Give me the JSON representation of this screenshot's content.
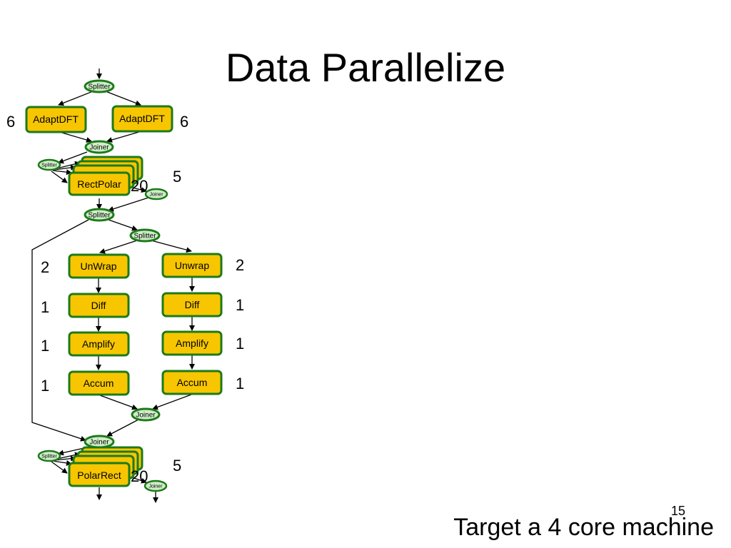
{
  "slide": {
    "title": "Data Parallelize",
    "subtitle": "Target a 4 core machine",
    "page_number": "15"
  },
  "colors": {
    "filter_fill": "#f7c600",
    "filter_stroke": "#1d7a1a",
    "node_fill": "#cfeec8",
    "node_stroke": "#1d7a1a",
    "edge": "#000000"
  },
  "nodes": {
    "top_splitter": "Splitter",
    "adapt_dft_left": "AdaptDFT",
    "adapt_dft_right": "AdaptDFT",
    "joiner_1": "Joiner",
    "rect_splitter": "Splitter",
    "rect_polar": "RectPolar",
    "rect_joiner": "Joiner",
    "splitter_2": "Splitter",
    "splitter_3": "Splitter",
    "unwrap_left": "UnWrap",
    "unwrap_right": "Unwrap",
    "diff_left": "Diff",
    "diff_right": "Diff",
    "amplify_left": "Amplify",
    "amplify_right": "Amplify",
    "accum_left": "Accum",
    "accum_right": "Accum",
    "joiner_2": "Joiner",
    "joiner_3": "Joiner",
    "polar_splitter": "Splitter",
    "polar_rect": "PolarRect",
    "polar_joiner": "Joiner"
  },
  "weights": {
    "adapt_dft_left": "6",
    "adapt_dft_right": "6",
    "rect_polar": "5",
    "rect_polar_copies": "20",
    "unwrap_left": "2",
    "unwrap_right": "2",
    "diff_left": "1",
    "diff_right": "1",
    "amplify_left": "1",
    "amplify_right": "1",
    "accum_left": "1",
    "accum_right": "1",
    "polar_rect": "5",
    "polar_rect_copies": "20"
  }
}
